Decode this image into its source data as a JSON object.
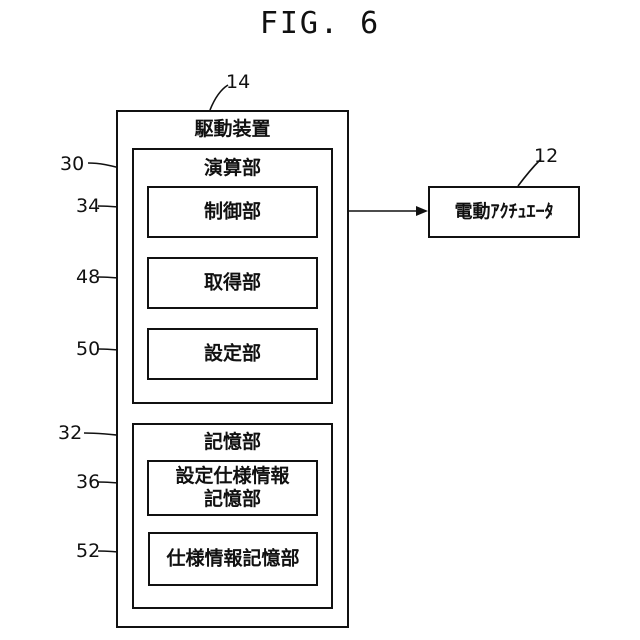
{
  "figure": {
    "title": "FIG. 6"
  },
  "diagram": {
    "drive_device": {
      "ref": "14",
      "label": "駆動装置"
    },
    "computation_unit": {
      "ref": "30",
      "label": "演算部"
    },
    "control_unit": {
      "ref": "34",
      "label": "制御部"
    },
    "acquisition_unit": {
      "ref": "48",
      "label": "取得部"
    },
    "setting_unit": {
      "ref": "50",
      "label": "設定部"
    },
    "storage_unit": {
      "ref": "32",
      "label": "記憶部"
    },
    "set_spec_storage": {
      "ref": "36",
      "label_line1": "設定仕様情報",
      "label_line2": "記憶部"
    },
    "spec_storage": {
      "ref": "52",
      "label": "仕様情報記憶部"
    },
    "electric_actuator": {
      "ref": "12",
      "label": "電動ｱｸﾁｭｴｰﾀ"
    }
  }
}
